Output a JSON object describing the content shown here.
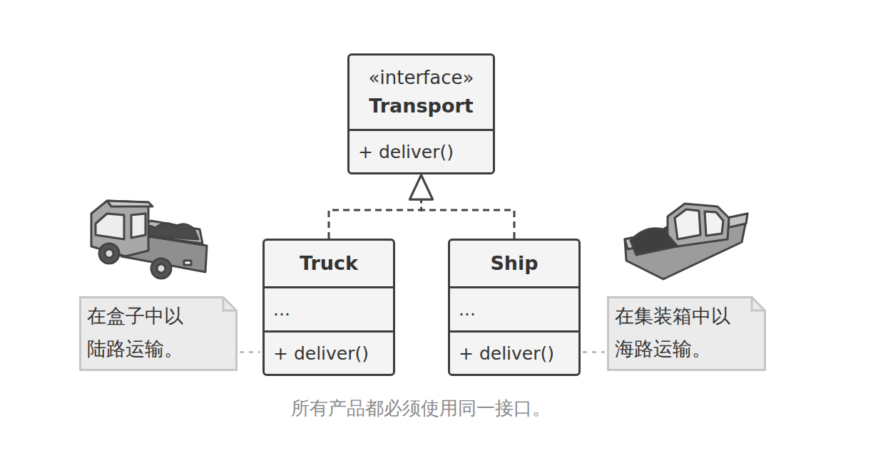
{
  "diagram": {
    "caption": "所有产品都必须使用同一接口。",
    "nodes": [
      {
        "text": [
          "«interface»",
          "Transport",
          "+ deliver()"
        ]
      },
      {
        "text": [
          "Truck",
          "...",
          "+ deliver()"
        ]
      },
      {
        "text": [
          "Ship",
          "...",
          "+ deliver()"
        ]
      },
      {
        "text": [
          "在盒子中以陆路运输。"
        ]
      },
      {
        "text": [
          "在集装箱中以海路运输。"
        ]
      }
    ],
    "edges": [
      {
        "from": 1,
        "to": 0,
        "arrow": "to"
      },
      {
        "from": 2,
        "to": 0,
        "arrow": "to"
      },
      {
        "from": 3,
        "to": 1,
        "arrow": "none"
      },
      {
        "from": 2,
        "to": 4,
        "arrow": "none"
      }
    ]
  }
}
